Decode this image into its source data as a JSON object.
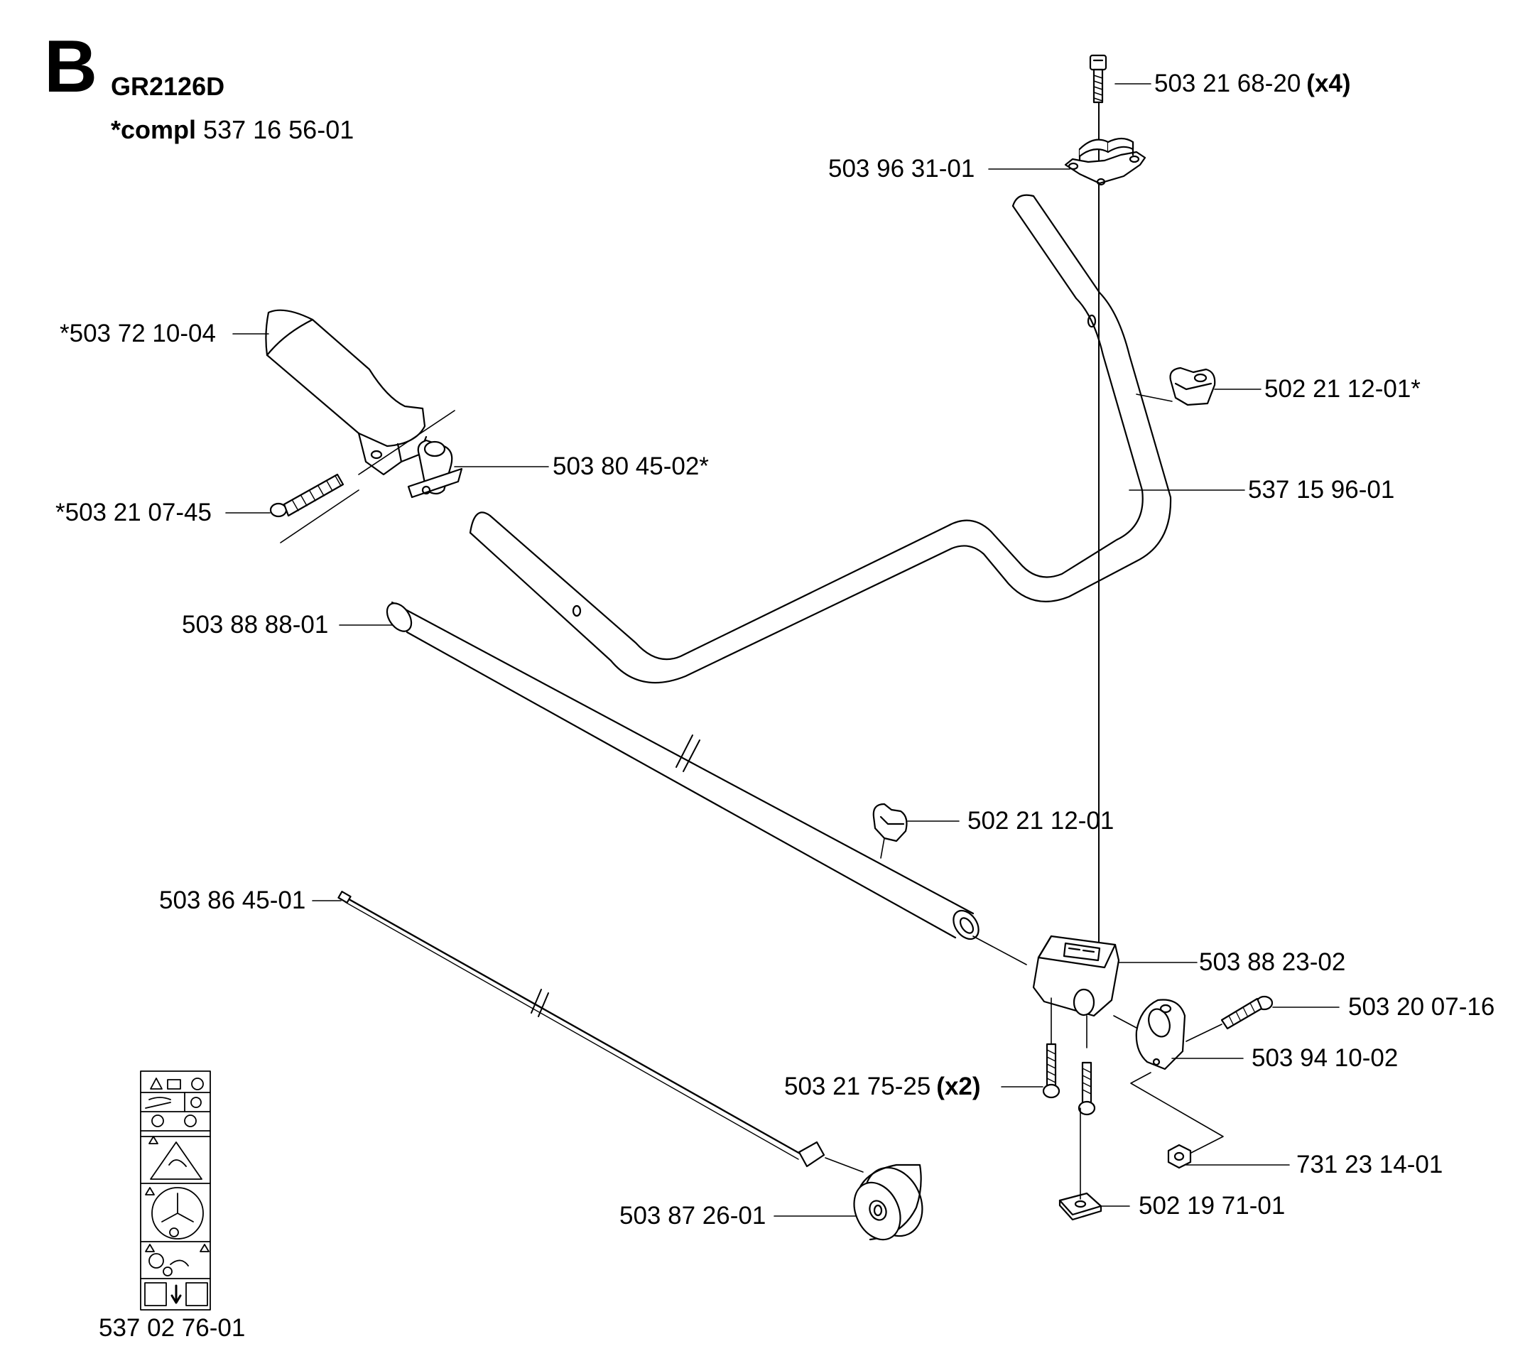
{
  "header": {
    "section_letter": "B",
    "model": "GR2126D",
    "compl_prefix": "*compl",
    "compl_number": "537 16 56-01"
  },
  "parts": [
    {
      "id": "p1",
      "number": "503 21 68-20",
      "qty": "(x4)"
    },
    {
      "id": "p2",
      "number": "503 96 31-01",
      "qty": ""
    },
    {
      "id": "p3",
      "number": "*503 72 10-04",
      "qty": ""
    },
    {
      "id": "p4",
      "number": "502 21 12-01*",
      "qty": ""
    },
    {
      "id": "p5",
      "number": "503 80 45-02*",
      "qty": ""
    },
    {
      "id": "p6",
      "number": "537 15 96-01",
      "qty": ""
    },
    {
      "id": "p7",
      "number": "*503 21 07-45",
      "qty": ""
    },
    {
      "id": "p8",
      "number": "503 88 88-01",
      "qty": ""
    },
    {
      "id": "p9",
      "number": "502 21 12-01",
      "qty": ""
    },
    {
      "id": "p10",
      "number": "503 86 45-01",
      "qty": ""
    },
    {
      "id": "p11",
      "number": "503 88 23-02",
      "qty": ""
    },
    {
      "id": "p12",
      "number": "503 20 07-16",
      "qty": ""
    },
    {
      "id": "p13",
      "number": "503 94 10-02",
      "qty": ""
    },
    {
      "id": "p14",
      "number": "503 21 75-25",
      "qty": "(x2)"
    },
    {
      "id": "p15",
      "number": "731 23 14-01",
      "qty": ""
    },
    {
      "id": "p16",
      "number": "502 19 71-01",
      "qty": ""
    },
    {
      "id": "p17",
      "number": "503 87 26-01",
      "qty": ""
    },
    {
      "id": "p18",
      "number": "537 02 76-01",
      "qty": ""
    }
  ],
  "colors": {
    "line": "#000000",
    "background": "#ffffff"
  }
}
